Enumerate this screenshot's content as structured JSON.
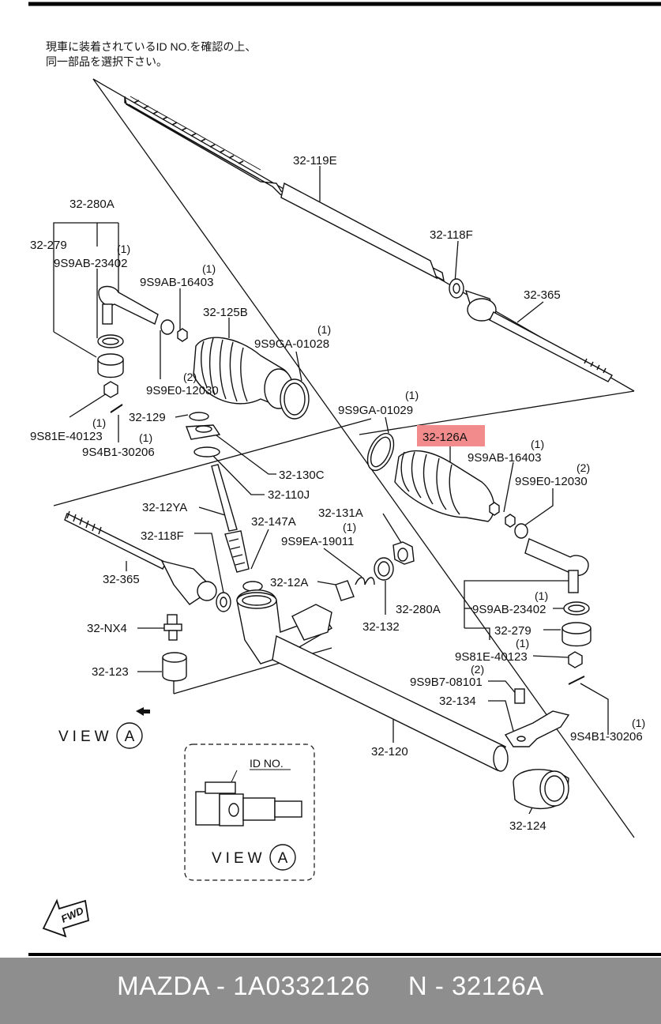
{
  "diagram": {
    "note_line1": "現車に装着されているID NO.を確認の上、",
    "note_line2": "同一部品を選択下さい。",
    "highlight_color": "#f28c8c",
    "parts": {
      "p_32_119E": "32-119E",
      "p_32_280A_l": "32-280A",
      "p_32_279_l": "32-279",
      "p_9S9AB_23402_l": "9S9AB-23402",
      "q_9S9AB_23402_l": "(1)",
      "p_9S9AB_16403_l": "9S9AB-16403",
      "q_9S9AB_16403_l": "(1)",
      "p_32_125B": "32-125B",
      "p_9S9GA_01028": "9S9GA-01028",
      "q_9S9GA_01028": "(1)",
      "p_9S9E0_12030_l": "9S9E0-12030",
      "q_9S9E0_12030_l": "(2)",
      "p_9S81E_40123_l": "9S81E-40123",
      "q_9S81E_40123_l": "(1)",
      "p_9S4B1_30206_l": "9S4B1-30206",
      "q_9S4B1_30206_l": "(1)",
      "p_32_118F_t": "32-118F",
      "p_32_365_t": "32-365",
      "p_9S9GA_01029": "9S9GA-01029",
      "q_9S9GA_01029": "(1)",
      "p_32_126A": "32-126A",
      "p_9S9AB_16403_r": "9S9AB-16403",
      "q_9S9AB_16403_r": "(1)",
      "p_9S9E0_12030_r": "9S9E0-12030",
      "q_9S9E0_12030_r": "(2)",
      "p_32_129": "32-129",
      "p_32_130C": "32-130C",
      "p_32_110J": "32-110J",
      "p_32_12YA": "32-12YA",
      "p_32_147A": "32-147A",
      "p_32_131A": "32-131A",
      "p_9S9EA_19011": "9S9EA-19011",
      "q_9S9EA_19011": "(1)",
      "p_32_118F_b": "32-118F",
      "p_32_365_b": "32-365",
      "p_32_12A": "32-12A",
      "p_32_132": "32-132",
      "p_32_280A_r": "32-280A",
      "p_9S9AB_23402_r": "9S9AB-23402",
      "q_9S9AB_23402_r": "(1)",
      "p_32_279_r": "32-279",
      "p_9S81E_40123_r": "9S81E-40123",
      "q_9S81E_40123_r": "(1)",
      "p_32_NX4": "32-NX4",
      "p_32_123": "32-123",
      "p_9S9B7_08101": "9S9B7-08101",
      "q_9S9B7_08101": "(2)",
      "p_32_134": "32-134",
      "p_9S4B1_30206_r": "9S4B1-30206",
      "q_9S4B1_30206_r": "(1)",
      "p_32_120": "32-120",
      "p_32_124": "32-124"
    },
    "view_label": "VIEW",
    "view_letter": "A",
    "inset_view_label": "VIEW",
    "inset_view_letter": "A",
    "id_no_label": "ID NO.",
    "fwd_label": "FWD"
  },
  "footer": {
    "brand": "MAZDA",
    "separator1": " - ",
    "part_number": "1A0332126",
    "gap": "     ",
    "prefix": "N",
    "separator2": " - ",
    "code": "32126A"
  }
}
